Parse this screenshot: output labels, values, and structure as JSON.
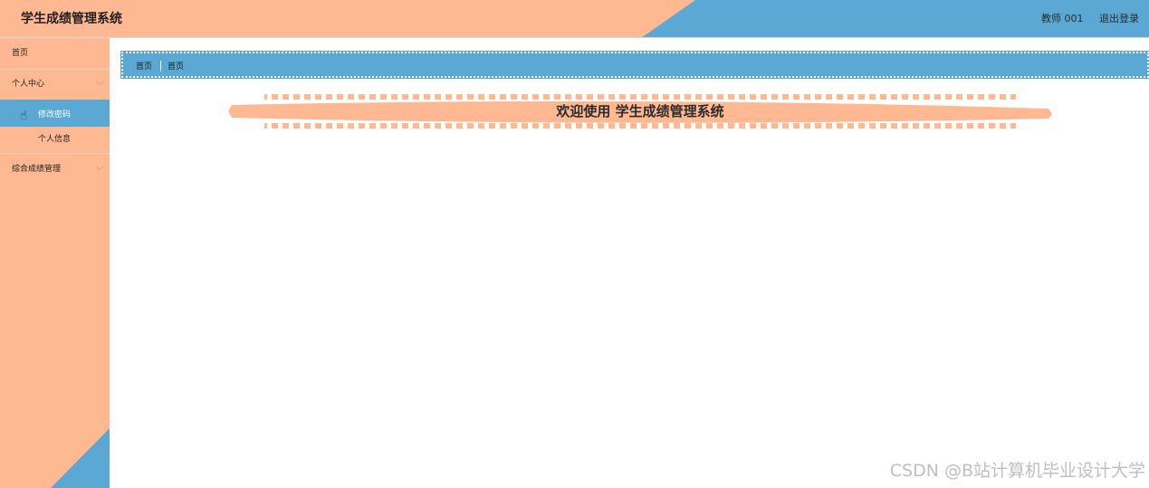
{
  "header": {
    "app_title": "学生成绩管理系统",
    "user_label": "教师 001",
    "logout_label": "退出登录",
    "colors": {
      "primary": "#ffb992",
      "accent": "#5aa8d3"
    }
  },
  "sidebar": {
    "items": [
      {
        "label": "首页"
      },
      {
        "label": "个人中心",
        "icon": "chevron-down-icon",
        "expanded": true,
        "children": [
          {
            "label": "修改密码",
            "active": true
          },
          {
            "label": "个人信息"
          }
        ]
      },
      {
        "label": "综合成绩管理",
        "icon": "chevron-down-icon",
        "expanded": false
      }
    ]
  },
  "breadcrumb": {
    "items": [
      "首页",
      "首页"
    ]
  },
  "welcome": {
    "text": "欢迎使用 学生成绩管理系统"
  },
  "watermark": {
    "text": "CSDN @B站计算机毕业设计大学"
  },
  "cursor": {
    "icon": "hand-pointer-icon"
  }
}
